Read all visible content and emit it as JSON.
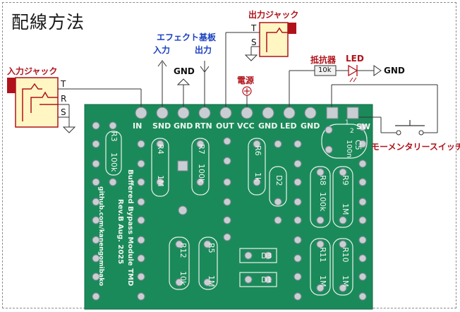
{
  "title": "配線方法",
  "input_jack": {
    "title": "入力ジャック",
    "pins": [
      "T",
      "R",
      "S"
    ]
  },
  "output_jack": {
    "title": "出力ジャック",
    "pins": [
      "T",
      "S"
    ]
  },
  "effect_board": {
    "title": "エフェクト基板",
    "in_label": "入力",
    "out_label": "出力"
  },
  "gnd_label": "GND",
  "power": {
    "label": "電源"
  },
  "resistor": {
    "title": "抵抗器",
    "value": "10k"
  },
  "led": {
    "title": "LED"
  },
  "led_gnd_label": "GND",
  "switch": {
    "label": "モーメンタリースイッチ"
  },
  "pcb": {
    "header_labels": [
      "IN",
      "SND",
      "GND",
      "RTN",
      "OUT",
      "VCC",
      "GND",
      "LED",
      "GND"
    ],
    "sw_label": "SW",
    "sw_pins": [
      "1",
      "2"
    ],
    "silk_text": [
      "Buffered Bypass Module TMD",
      "Rev.B  Aug. 2025",
      "github.com/kanengomibako"
    ],
    "components": [
      "R3",
      "100k",
      "R4",
      "1M",
      "R7",
      "100k",
      "R6",
      "1k",
      "D2",
      "C5",
      "100n",
      "R8",
      "100k",
      "R9",
      "1M",
      "R12",
      "10k",
      "R5",
      "1M",
      "D3",
      "D1",
      "R11",
      "1M",
      "R10",
      "1M"
    ]
  },
  "colors": {
    "pcb": "#1b8a5a",
    "pad": "#c9ced3",
    "jack_fill": "#fff6c4",
    "jack_border": "#b0121a",
    "accent_red": "#b0121a",
    "accent_blue": "#1a3fbf"
  }
}
